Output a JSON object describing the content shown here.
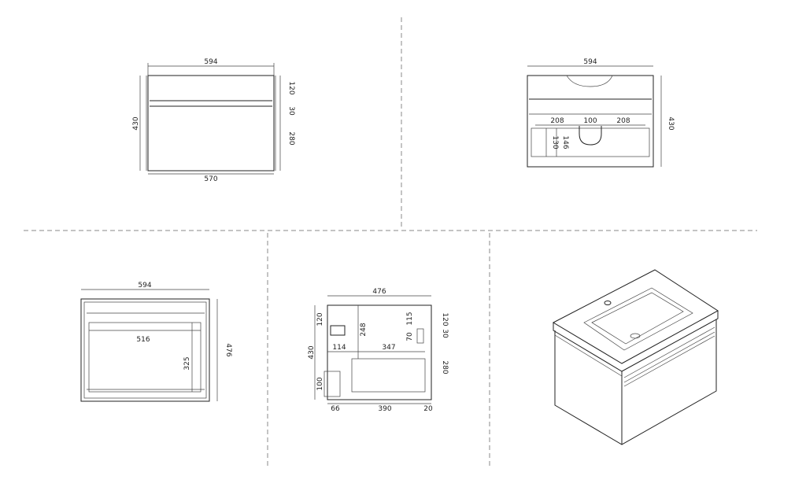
{
  "front_view": {
    "width_top": "594",
    "width_bottom": "570",
    "height": "430",
    "top_band": "120",
    "gap": "30",
    "drawer": "280"
  },
  "back_view": {
    "width": "594",
    "height": "430",
    "left_span": "208",
    "center_span": "100",
    "right_span": "208",
    "h1": "130",
    "h2": "146"
  },
  "top_view": {
    "width": "594",
    "depth": "476",
    "inner_width": "516",
    "inner_depth": "325"
  },
  "side_view": {
    "depth": "476",
    "height": "430",
    "top_band_left": "120",
    "h_248": "248",
    "h_115": "115",
    "h_70": "70",
    "top_band_right": "120",
    "gap_right": "30",
    "drawer_right": "280",
    "offset_114": "114",
    "span_342": "347",
    "h_100": "100",
    "bottom_66": "66",
    "bottom_390": "390",
    "bottom_20": "20"
  },
  "iso_view": {}
}
